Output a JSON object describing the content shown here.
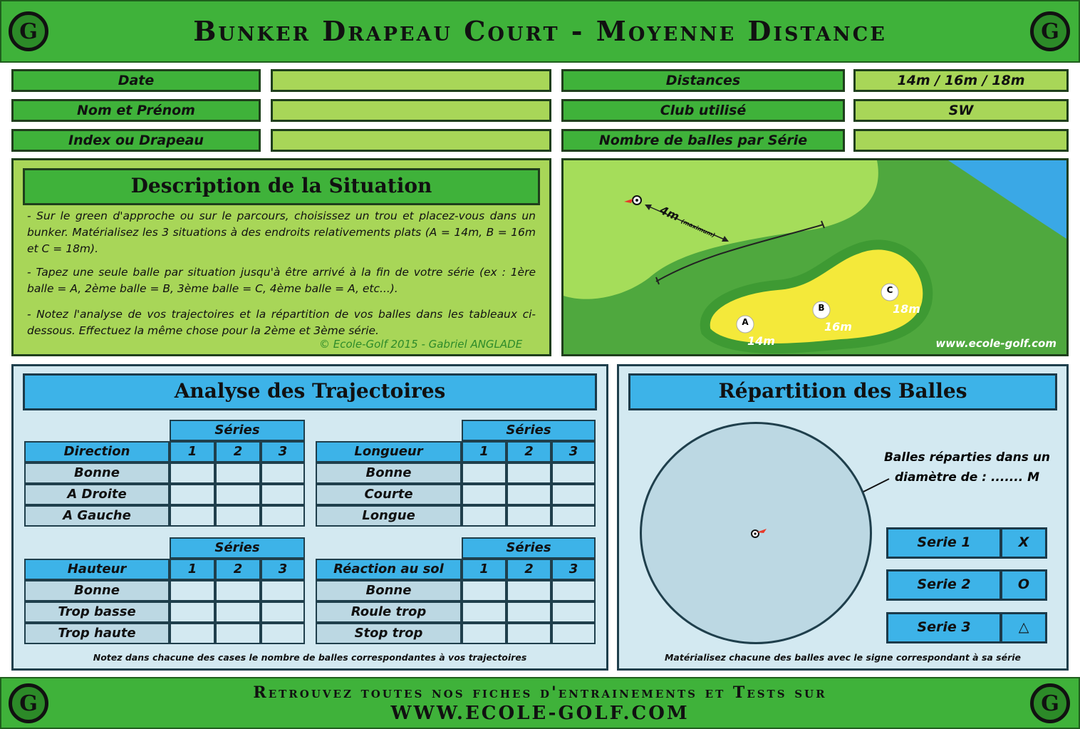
{
  "header": {
    "title": "Bunker Drapeau Court - Moyenne Distance"
  },
  "info": {
    "labels": [
      "Date",
      "Nom et Prénom",
      "Index ou Drapeau"
    ],
    "right_labels": [
      "Distances",
      "Club utilisé",
      "Nombre de balles par Série"
    ],
    "right_values": [
      "14m / 16m / 18m",
      "SW",
      ""
    ]
  },
  "description": {
    "title": "Description de la Situation",
    "p1": "- Sur le green d'approche ou sur le parcours, choisissez un trou et placez-vous dans un bunker. Matérialisez les 3 situations à des endroits relativements plats (A = 14m, B = 16m et C = 18m).",
    "p2": "- Tapez une seule balle par situation jusqu'à être arrivé à la fin de votre série (ex : 1ère balle = A, 2ème balle = B, 3ème balle = C, 4ème balle = A, etc...).",
    "p3": "- Notez l'analyse de vos trajectoires et la répartition de vos balles dans les tableaux ci-dessous. Effectuez la même chose pour la 2ème et 3ème série.",
    "copyright": "© Ecole-Golf 2015 - Gabriel ANGLADE"
  },
  "diagram": {
    "distance_label": "4m",
    "distance_sub": "(maximum)",
    "points": [
      {
        "letter": "A",
        "dist": "14m"
      },
      {
        "letter": "B",
        "dist": "16m"
      },
      {
        "letter": "C",
        "dist": "18m"
      }
    ],
    "website": "www.ecole-golf.com",
    "colors": {
      "green_light": "#a5dd5a",
      "green_dark": "#4fa83e",
      "sand": "#f4e93a",
      "water": "#3aa8e6"
    }
  },
  "analyse": {
    "title": "Analyse des Trajectoires",
    "series_label": "Séries",
    "cols": [
      "1",
      "2",
      "3"
    ],
    "direction": {
      "header": "Direction",
      "rows": [
        "Bonne",
        "A Droite",
        "A Gauche"
      ]
    },
    "longueur": {
      "header": "Longueur",
      "rows": [
        "Bonne",
        "Courte",
        "Longue"
      ]
    },
    "hauteur": {
      "header": "Hauteur",
      "rows": [
        "Bonne",
        "Trop basse",
        "Trop haute"
      ]
    },
    "reaction": {
      "header": "Réaction au sol",
      "rows": [
        "Bonne",
        "Roule trop",
        "Stop trop"
      ]
    },
    "note": "Notez dans chacune des cases le nombre de balles correspondantes à vos trajectoires"
  },
  "repartition": {
    "title": "Répartition des Balles",
    "text1": "Balles réparties dans un",
    "text2": "diamètre de : ....... M",
    "series": [
      {
        "label": "Serie 1",
        "sign": "X"
      },
      {
        "label": "Serie 2",
        "sign": "O"
      },
      {
        "label": "Serie 3",
        "sign": "△"
      }
    ],
    "note": "Matérialisez chacune des balles avec le signe correspondant à sa série"
  },
  "footer": {
    "line1": "Retrouvez toutes nos fiches d'entrainements et Tests sur",
    "line2": "WWW.ECOLE-GOLF.COM"
  }
}
